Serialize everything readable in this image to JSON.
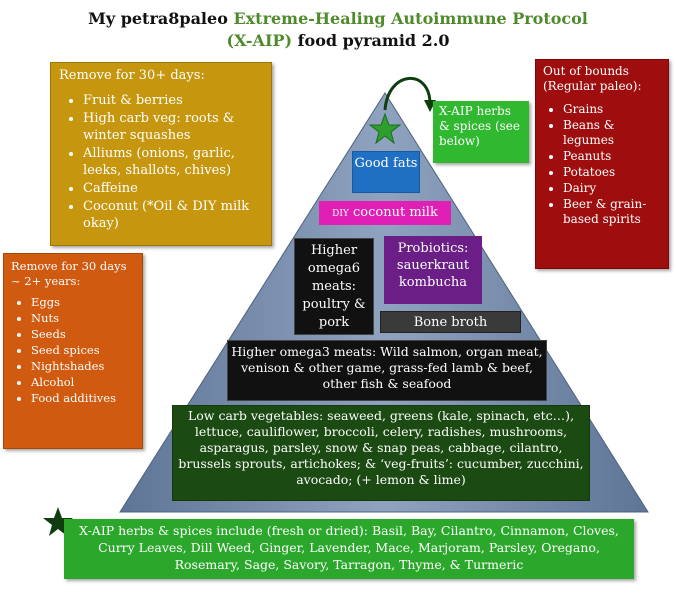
{
  "title": {
    "prefix": "My petra8paleo ",
    "green": "Extreme-Healing Autoimmune Protocol",
    "green2": "(X-AIP)",
    "suffix": " food pyramid 2.0"
  },
  "remove_30_days": {
    "heading": "Remove for 30+ days:",
    "items": [
      "Fruit & berries",
      "High carb veg: roots & winter squashes",
      "Alliums (onions, garlic, leeks, shallots, chives)",
      "Caffeine",
      "Coconut (*Oil & DIY milk okay)"
    ]
  },
  "remove_2_years": {
    "heading": "Remove for 30 days ~ 2+ years:",
    "items": [
      "Eggs",
      "Nuts",
      "Seeds",
      "Seed spices",
      "Nightshades",
      "Alcohol",
      "Food additives"
    ]
  },
  "out_of_bounds": {
    "heading": "Out of bounds (Regular paleo):",
    "items": [
      "Grains",
      "Beans & legumes",
      "Peanuts",
      "Potatoes",
      "Dairy",
      "Beer & grain-based spirits"
    ]
  },
  "herbs_pointer": "X-AIP herbs & spices (see below)",
  "tiers": {
    "good_fats": "Good fats",
    "coconut_prefix": "DIY",
    "coconut_rest": " coconut milk",
    "omega6": "Higher omega6 meats: poultry & pork",
    "probiotics": "Probiotics: sauerkraut kombucha",
    "bone_broth": "Bone broth",
    "omega3": "Higher omega3 meats: Wild salmon, organ meat, venison & other game, grass-fed lamb & beef, other fish & seafood",
    "low_carb": "Low carb vegetables: seaweed, greens (kale, spinach, etc…), lettuce, cauliflower, broccoli, celery, radishes, mushrooms, asparagus, parsley, snow & snap peas, cabbage, cilantro, brussels sprouts, artichokes; & ‘veg-fruits’: cucumber, zucchini, avocado; (+ lemon & lime)"
  },
  "herbs_include": "X-AIP herbs & spices include (fresh or dried): Basil, Bay, Cilantro, Cinnamon, Cloves, Curry Leaves, Dill Weed, Ginger, Lavender, Mace, Marjoram, Parsley, Oregano, Rosemary, Sage, Savory, Tarragon, Thyme, & Turmeric",
  "colors": {
    "pyramid": "#7f93b2",
    "star_top": "#2e9e2e",
    "star_bottom": "#0f3d0f"
  },
  "icons": [
    "star-icon",
    "curved-arrow-icon"
  ]
}
